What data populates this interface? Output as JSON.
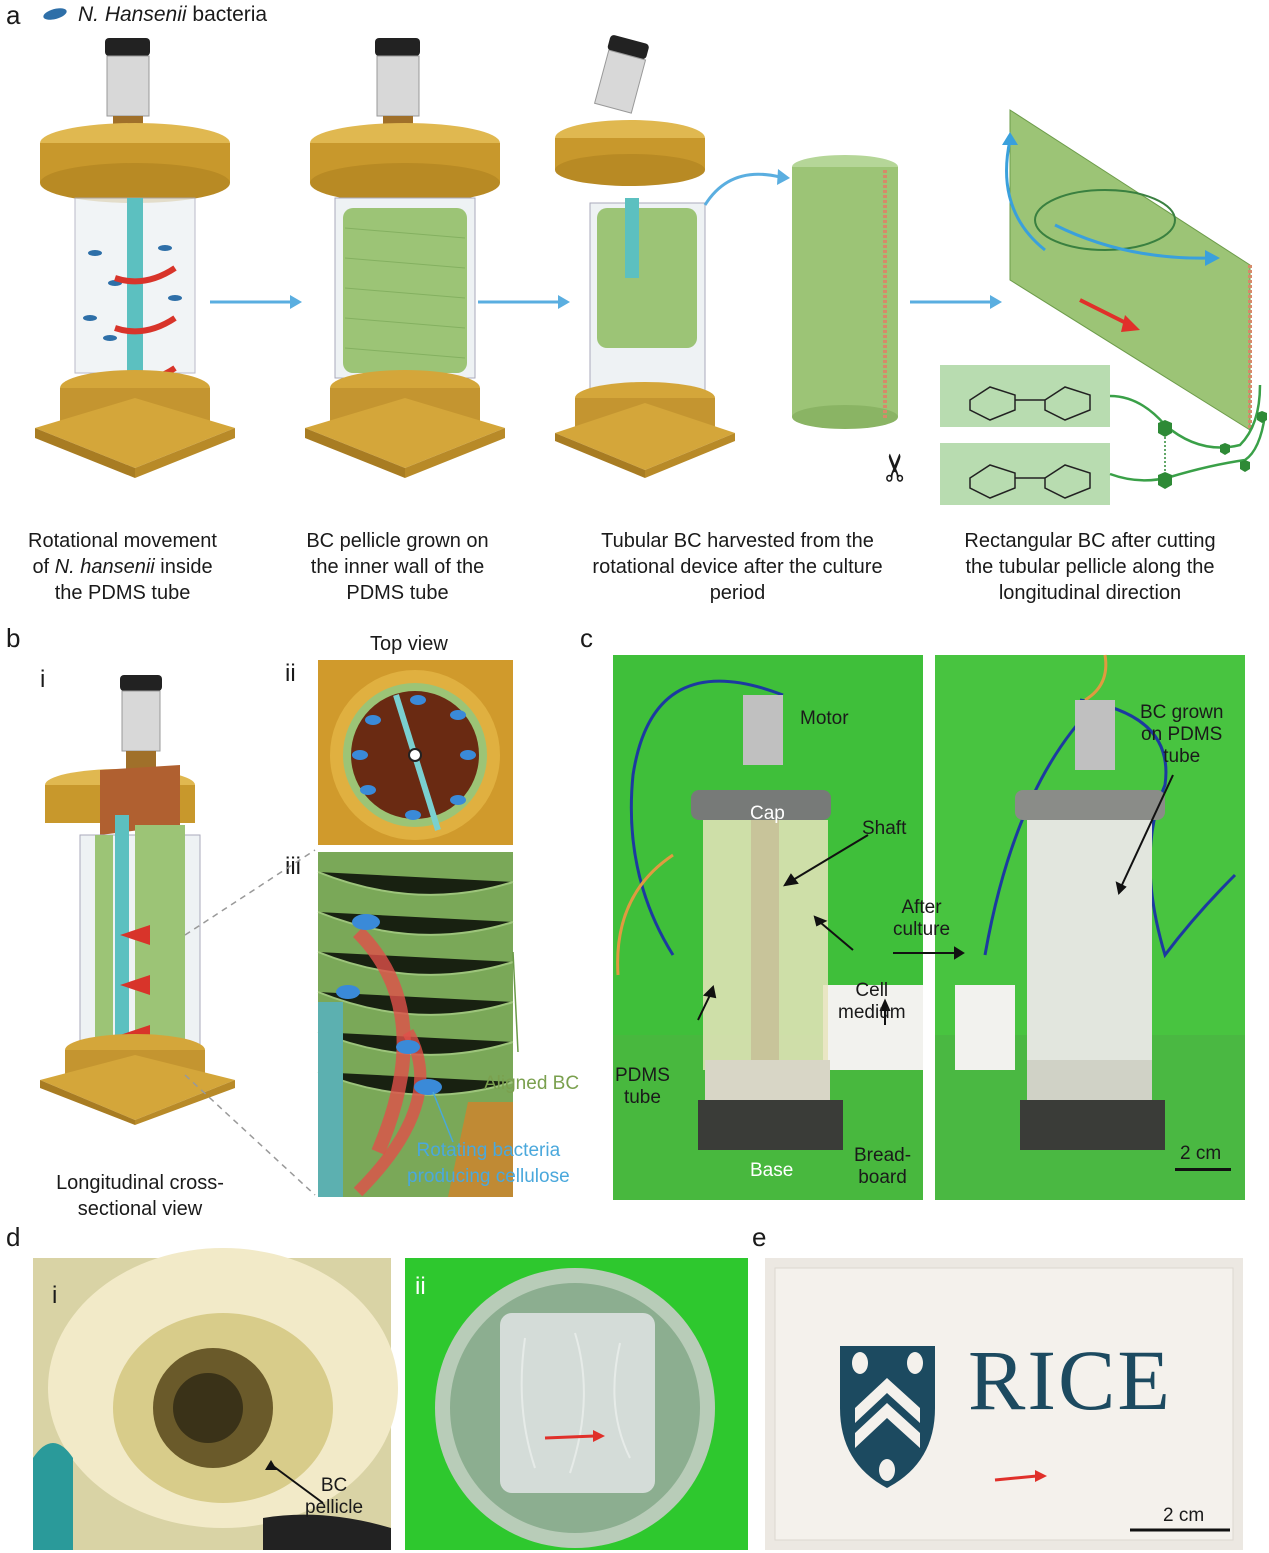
{
  "panels": {
    "a": {
      "letter": "a",
      "legend": {
        "italic": "N. Hansenii",
        "text": " bacteria"
      },
      "captions": {
        "step1": {
          "line1": "Rotational movement",
          "line2_italic": "N. hansenii",
          "line2_pre": "of ",
          "line2_post": " inside",
          "line3": "the PDMS tube"
        },
        "step2": [
          "BC pellicle grown on",
          "the inner wall of the",
          "PDMS tube"
        ],
        "step3": [
          "Tubular BC harvested from the",
          "rotational device after the culture",
          "period"
        ],
        "step4": [
          "Rectangular BC after cutting",
          "the tubular pellicle along the",
          "longitudinal direction"
        ]
      }
    },
    "b": {
      "letter": "b",
      "sub_i": "i",
      "sub_ii": "ii",
      "sub_iii": "iii",
      "top_view": "Top view",
      "caption": [
        "Longitudinal cross-",
        "sectional view"
      ],
      "aligned_bc": "Aligned BC",
      "rotating": [
        "Rotating bacteria",
        "producing cellulose"
      ]
    },
    "c": {
      "letter": "c",
      "motor": "Motor",
      "cap": "Cap",
      "shaft": "Shaft",
      "after_culture": [
        "After",
        "culture"
      ],
      "cell_medium": [
        "Cell",
        "medium"
      ],
      "pdms_tube": [
        "PDMS",
        "tube"
      ],
      "base": "Base",
      "breadboard": [
        "Bread-",
        "board"
      ],
      "bc_grown": [
        "BC grown",
        "on PDMS",
        "tube"
      ],
      "scale": "2 cm"
    },
    "d": {
      "letter": "d",
      "sub_i": "i",
      "sub_ii": "ii",
      "bc_pellicle": [
        "BC",
        "pellicle"
      ]
    },
    "e": {
      "letter": "e",
      "logo_text": "RICE",
      "scale": "2 cm"
    }
  },
  "colors": {
    "gold": "#d4a63a",
    "green_bc": "#9cc476",
    "arrow_blue": "#5aaee0",
    "green_bg": "#3fbf3a",
    "red_arrow": "#e0302a",
    "rice_blue": "#1c4a60"
  }
}
